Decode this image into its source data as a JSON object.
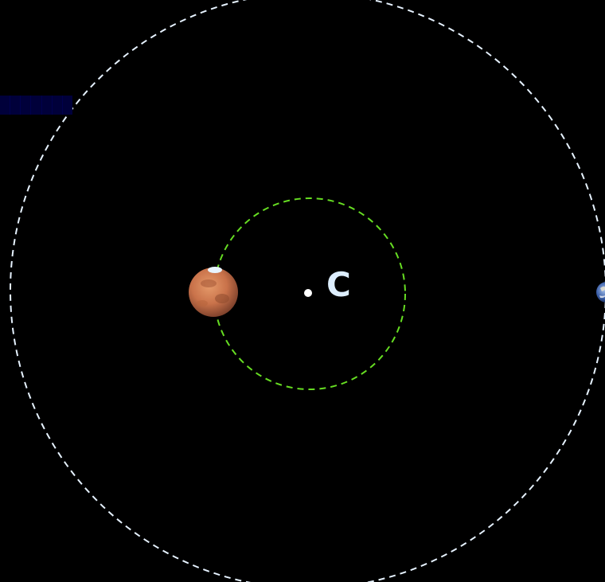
{
  "diagram": {
    "center_label": "C",
    "colors": {
      "background": "#000000",
      "outer_orbit": "#e6f2ff",
      "inner_orbit": "#66dd22",
      "center_point": "#ffffff",
      "label": "#ddeeff",
      "mars_surface": "#c9724a",
      "mars_polar_cap": "#e8f4ff",
      "earth_ocean": "#3a5ea8",
      "control_bar": "#00003a"
    },
    "bodies": [
      {
        "name": "mars-planet",
        "icon": "mars-icon"
      },
      {
        "name": "earth-planet",
        "icon": "earth-icon"
      }
    ]
  }
}
